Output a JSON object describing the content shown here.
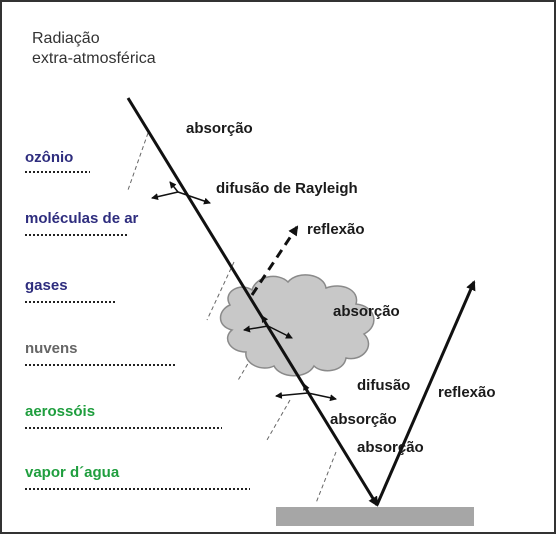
{
  "title": {
    "line1": "Radiação",
    "line2": "extra-atmosférica"
  },
  "layers": [
    {
      "label": "ozônio",
      "color": "#2e2d7e"
    },
    {
      "label": "moléculas de ar",
      "color": "#2e2d7e"
    },
    {
      "label": "gases",
      "color": "#2e2d7e"
    },
    {
      "label": "nuvens",
      "color": "#666666"
    },
    {
      "label": "aerossóis",
      "color": "#1f9e3e"
    },
    {
      "label": "vapor d´agua",
      "color": "#1f9e3e"
    }
  ],
  "processes": {
    "absorcao_top": "absorção",
    "difusao_rayleigh": "difusão de Rayleigh",
    "reflexao_cloud": "reflexão",
    "absorcao_cloud": "absorção",
    "difusao_low": "difusão",
    "reflexao_ground": "reflexão",
    "absorcao_low1": "absorção",
    "absorcao_low2": "absorção"
  },
  "colors": {
    "cloud_fill": "#c8c8c8",
    "ground": "#a6a6a6",
    "ray": "#111111"
  }
}
